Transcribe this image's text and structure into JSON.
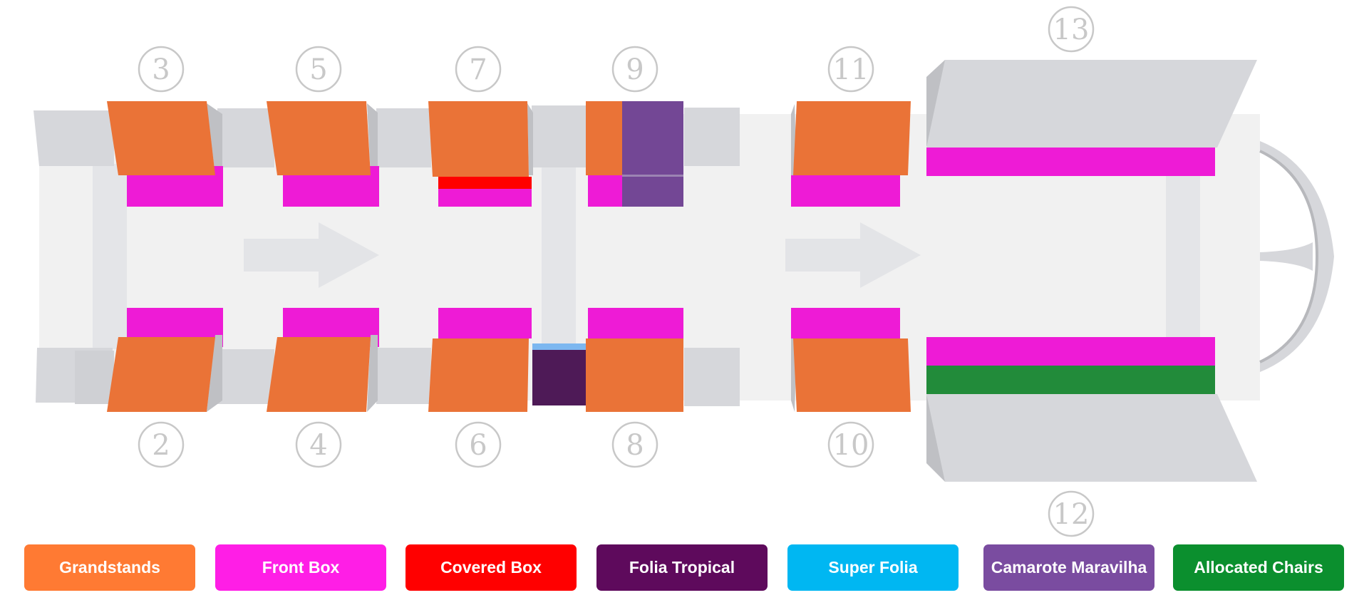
{
  "sectors": {
    "s2": "2",
    "s3": "3",
    "s4": "4",
    "s5": "5",
    "s6": "6",
    "s7": "7",
    "s8": "8",
    "s9": "9",
    "s10": "10",
    "s11": "11",
    "s12": "12",
    "s13": "13"
  },
  "legend": [
    {
      "label": "Grandstands",
      "color": "#ff7a33"
    },
    {
      "label": "Front Box",
      "color": "#ff1ee6"
    },
    {
      "label": "Covered Box",
      "color": "#ff0000"
    },
    {
      "label": "Folia Tropical",
      "color": "#5e0a5c"
    },
    {
      "label": "Super Folia",
      "color": "#00b7f2"
    },
    {
      "label": "Camarote Maravilha",
      "color": "#7a4ca0"
    },
    {
      "label": "Allocated Chairs",
      "color": "#0b8f2e"
    }
  ],
  "colors": {
    "grandstand": "#ea7337",
    "front_box": "#ee1bd6",
    "covered_box": "#ff0000",
    "folia_tropical": "#4e1a57",
    "super_folia": "#7cb7f0",
    "camarote": "#734795",
    "allocated": "#228b3a",
    "structure": "#d6d7db",
    "track": "#f1f1f1"
  }
}
